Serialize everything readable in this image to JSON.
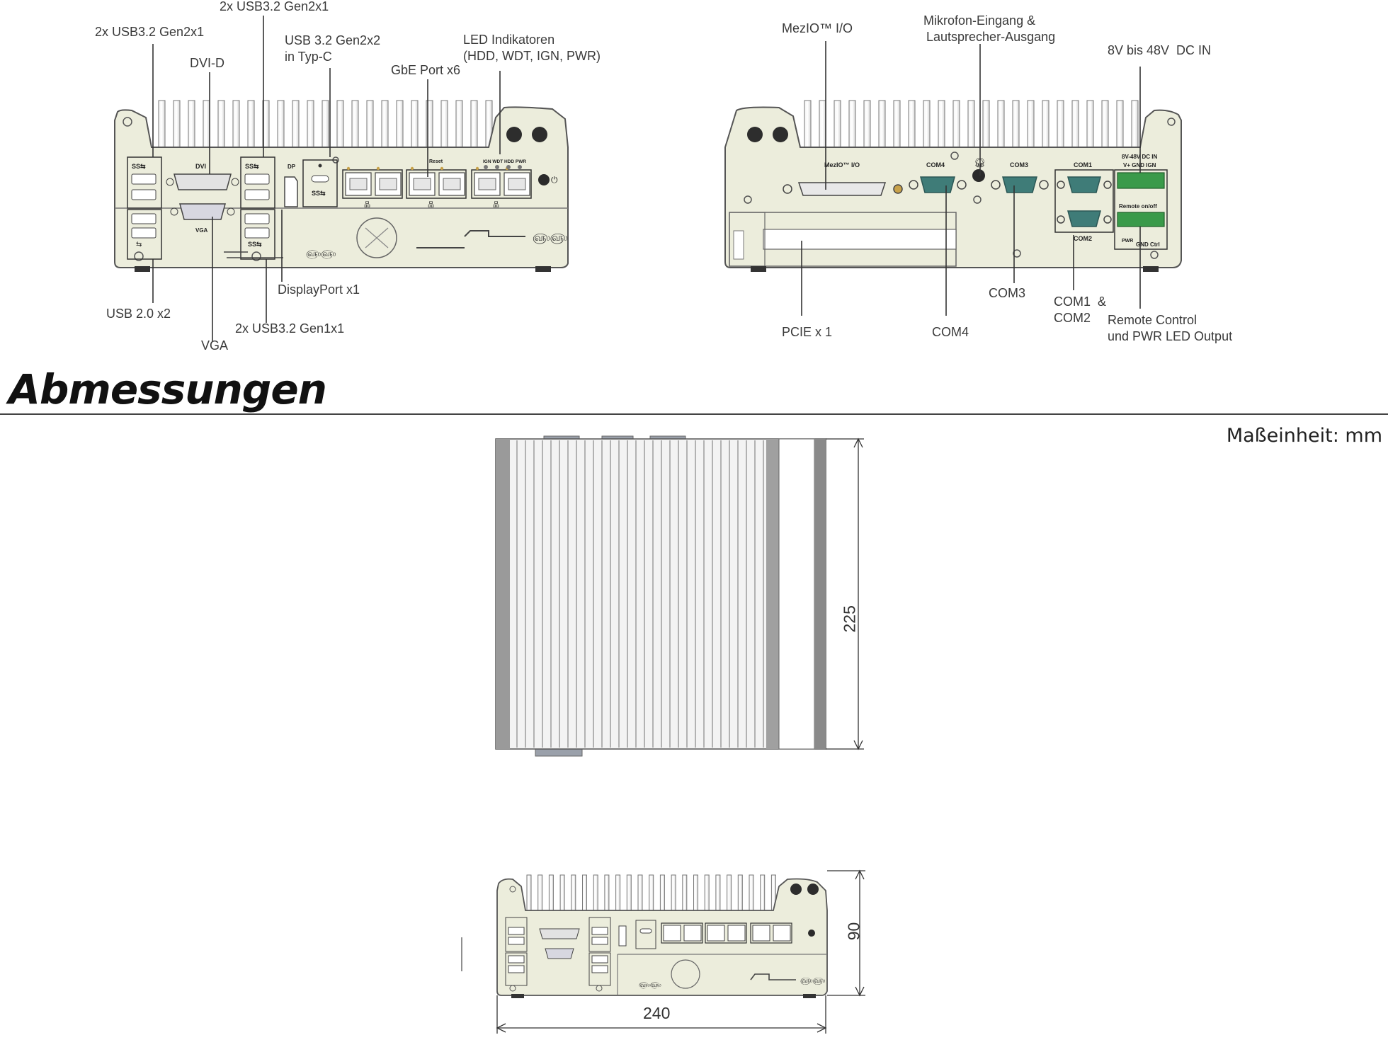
{
  "front_labels": {
    "usb32_gen2x1_top": "2x USB3.2 Gen2x1",
    "usb32_gen2x1_left": "2x USB3.2 Gen2x1",
    "dvi": "DVI-D",
    "usbc_line1": "USB 3.2 Gen2x2",
    "usbc_line2": "in Typ-C",
    "gbe": "GbE Port x6",
    "led_line1": "LED Indikatoren",
    "led_line2": "(HDD, WDT, IGN, PWR)",
    "displayport": "DisplayPort x1",
    "usb20": "USB 2.0 x2",
    "usb32_gen1x1": "2x USB3.2 Gen1x1",
    "vga": "VGA"
  },
  "rear_labels": {
    "mezio": "MezIO™ I/O",
    "mic_line1": "Mikrofon-Eingang &",
    "mic_line2": "Lautsprecher-Ausgang",
    "dcin": "8V bis 48V  DC IN",
    "pcie": "PCIE x 1",
    "com4": "COM4",
    "com3": "COM3",
    "com12_line1": "COM1  &",
    "com12_line2": "COM2",
    "remote_line1": "Remote Control",
    "remote_line2": "und PWR LED Output"
  },
  "panel_text": {
    "dvi": "DVI",
    "vga": "VGA",
    "dp": "DP",
    "reset": "Reset",
    "leds": "IGN  WDT  HDD  PWR",
    "mezio": "MezIO™ I/O",
    "com4": "COM4",
    "com3": "COM3",
    "com1": "COM1",
    "com2": "COM2",
    "dcin": "8V-48V DC IN",
    "dcpins": "V+ GND IGN",
    "remote": "Remote on/off",
    "gndctrl": "GND Ctrl",
    "pwr": "PWR"
  },
  "section": {
    "title": "Abmessungen",
    "unit": "Maßeinheit: mm"
  },
  "dimensions": {
    "depth": "225",
    "height": "90",
    "width": "240"
  },
  "colors": {
    "panel": "#eceddc",
    "outline": "#555555",
    "com_port": "#3f7c78",
    "terminal": "#3a9a4a",
    "fin": "#c9c9c9"
  }
}
